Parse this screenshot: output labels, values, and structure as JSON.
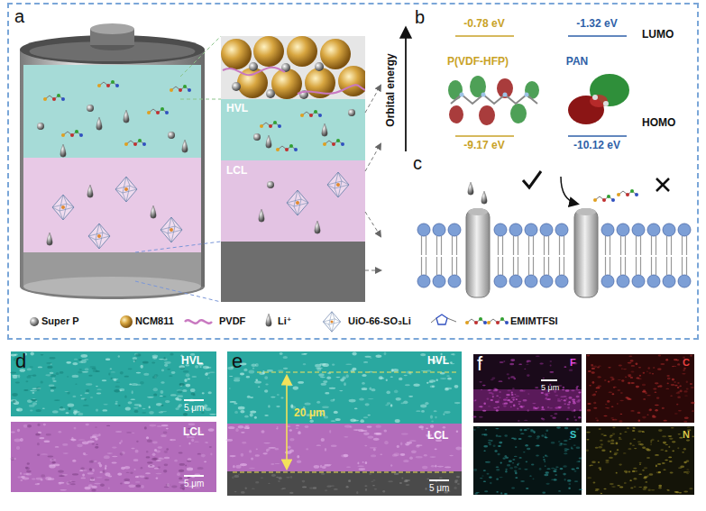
{
  "diagram": {
    "nodes": [
      {
        "text": [
          "a"
        ]
      },
      {
        "text": [
          "HVL"
        ],
        "in": 0
      },
      {
        "text": [
          "LCL"
        ],
        "in": 0
      },
      {
        "text": [
          "d",
          "HVL",
          "5 μm"
        ]
      },
      {
        "text": [
          "LCL",
          "5 μm"
        ]
      },
      {
        "text": [
          "e",
          "HVL",
          "20 μm",
          "LCL",
          "5 μm"
        ]
      },
      {
        "text": [
          "f"
        ]
      },
      {
        "text": [
          "F",
          "5 μm"
        ],
        "in": 6
      },
      {
        "text": [
          "C"
        ],
        "in": 6
      },
      {
        "text": [
          "S"
        ],
        "in": 6
      },
      {
        "text": [
          "N"
        ],
        "in": 6
      }
    ],
    "labels": [
      "b",
      "-0.78 eV",
      "-1.32 eV",
      "LUMO",
      "P(VDF-HFP)",
      "PAN",
      "Orbital energy",
      "HOMO",
      "-9.17 eV",
      "-10.12 eV",
      "c"
    ],
    "legend": [
      {
        "text": "Super P"
      },
      {
        "text": "NCM811"
      },
      {
        "text": "PVDF"
      },
      {
        "text": "Li⁺"
      },
      {
        "text": "UiO-66-SO₃Li"
      },
      {
        "text": "EMIMTFSI"
      }
    ]
  }
}
